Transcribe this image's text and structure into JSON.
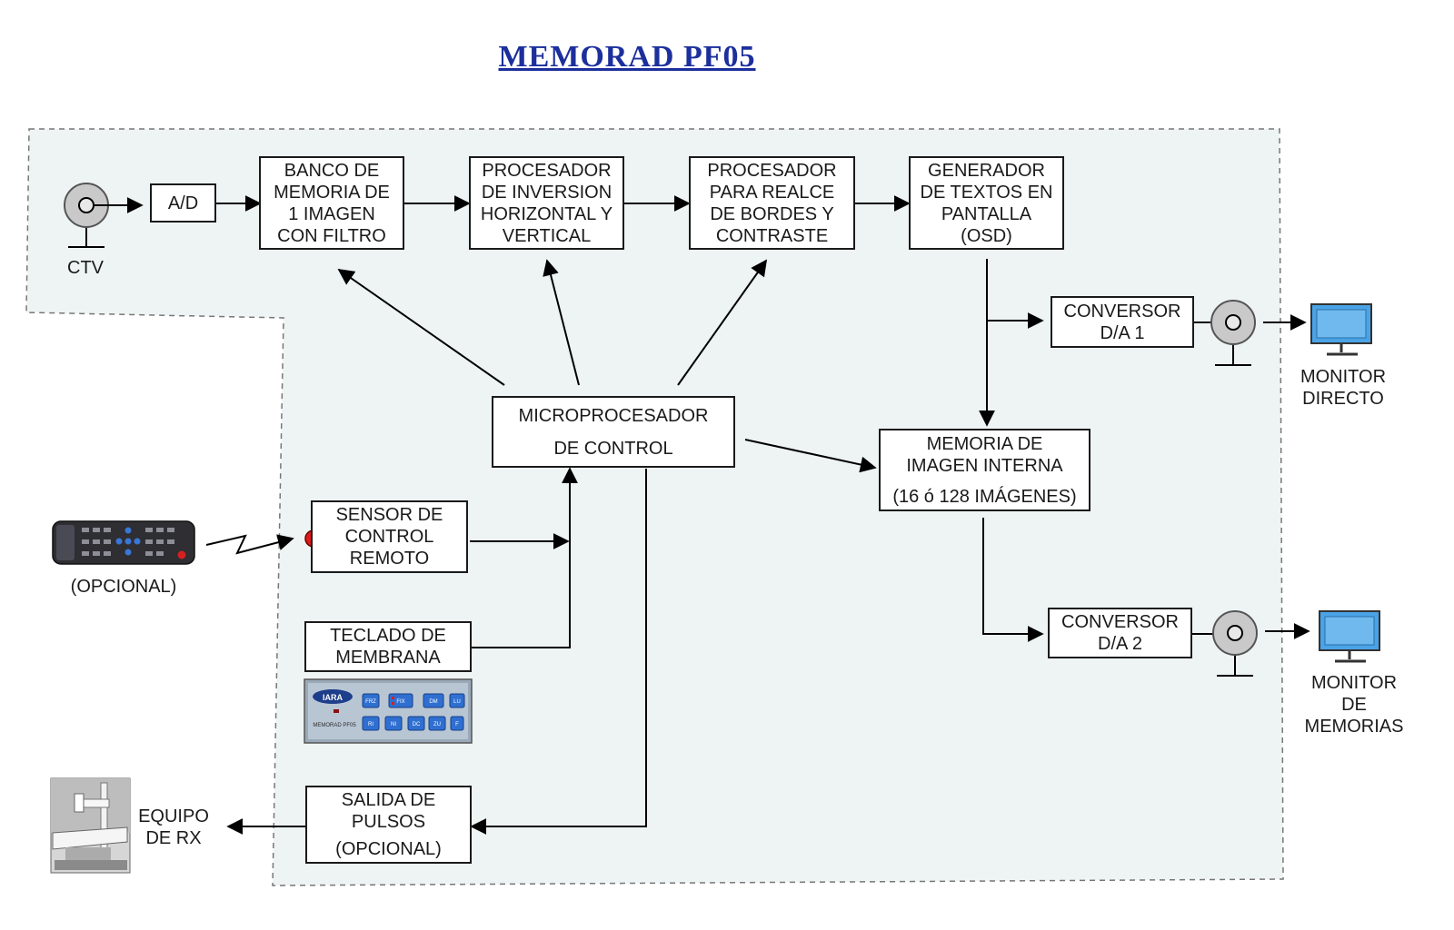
{
  "title": "MEMORAD PF05",
  "colors": {
    "title": "#1c2f9c",
    "region_fill": "#eef4f4",
    "monitor": "#4aa3e6",
    "sensor_dot": "#e01a1a"
  },
  "blocks": {
    "ad": [
      "A/D"
    ],
    "banco": [
      "BANCO DE",
      "MEMORIA DE",
      "1 IMAGEN",
      "CON FILTRO"
    ],
    "inversion": [
      "PROCESADOR",
      "DE INVERSION",
      "HORIZONTAL Y",
      "VERTICAL"
    ],
    "realce": [
      "PROCESADOR",
      "PARA REALCE",
      "DE BORDES Y",
      "CONTRASTE"
    ],
    "osd": [
      "GENERADOR",
      "DE TEXTOS EN",
      "PANTALLA",
      "(OSD)"
    ],
    "micro": [
      "MICROPROCESADOR",
      "DE CONTROL"
    ],
    "memoria": [
      "MEMORIA DE",
      "IMAGEN INTERNA",
      "(16 ó 128 IMÁGENES)"
    ],
    "da1": [
      "CONVERSOR",
      "D/A 1"
    ],
    "da2": [
      "CONVERSOR",
      "D/A 2"
    ],
    "sensor": [
      "SENSOR DE",
      "CONTROL",
      "REMOTO"
    ],
    "teclado": [
      "TECLADO DE",
      "MEMBRANA"
    ],
    "salida": [
      "SALIDA DE",
      "PULSOS",
      "(OPCIONAL)"
    ]
  },
  "labels": {
    "ctv": [
      "CTV"
    ],
    "opcional": [
      "(OPCIONAL)"
    ],
    "monitor_directo": [
      "MONITOR",
      "DIRECTO"
    ],
    "monitor_memorias": [
      "MONITOR",
      "DE",
      "MEMORIAS"
    ],
    "equipo_rx": [
      "EQUIPO",
      "DE RX"
    ]
  },
  "keypad": {
    "brand": "IARA",
    "model": "MEMORAD PF05",
    "keys_top": [
      "FRZ",
      "FIX",
      "DM",
      "LU"
    ],
    "keys_bottom": [
      "RI",
      "NI",
      "DC",
      "ZU",
      "F"
    ]
  }
}
